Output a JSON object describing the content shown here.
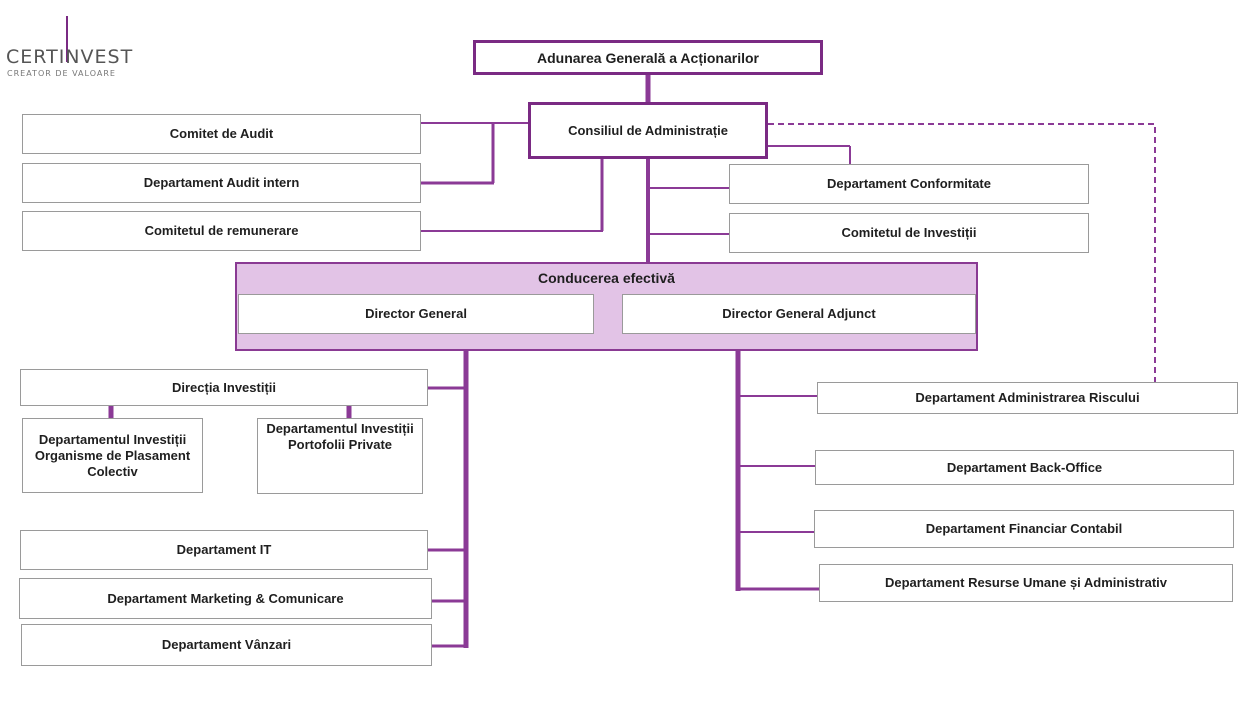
{
  "logo": {
    "name": "CERTINVEST",
    "tagline": "CREATOR DE VALOARE"
  },
  "nodes": {
    "aga": "Adunarea Generală a Acționarilor",
    "consiliu": "Consiliul de Administrație",
    "comitet_audit": "Comitet de Audit",
    "audit_intern": "Departament Audit intern",
    "remunerare": "Comitetul de remunerare",
    "conformitate": "Departament Conformitate",
    "comitet_investitii": "Comitetul de Investiții",
    "conducere": "Conducerea efectivă",
    "director_general": "Director General",
    "director_adjunct": "Director General Adjunct",
    "directia_investitii": "Direcția Investiții",
    "dep_opc": "Departamentul Investiții Organisme de Plasament Colectiv",
    "dep_portofolii": "Departamentul Investiții Portofolii Private",
    "dep_it": "Departament IT",
    "dep_marketing": "Departament Marketing & Comunicare",
    "dep_vanzari": "Departament Vânzari",
    "dep_risc": "Departament Administrarea Riscului",
    "dep_backoffice": "Departament Back-Office",
    "dep_financiar": "Departament Financiar Contabil",
    "dep_hr": "Departament Resurse Umane și Administrativ"
  },
  "colors": {
    "connector": "#8b3a96",
    "accent": "#7a2a83",
    "group_fill": "#e2c3e6"
  }
}
